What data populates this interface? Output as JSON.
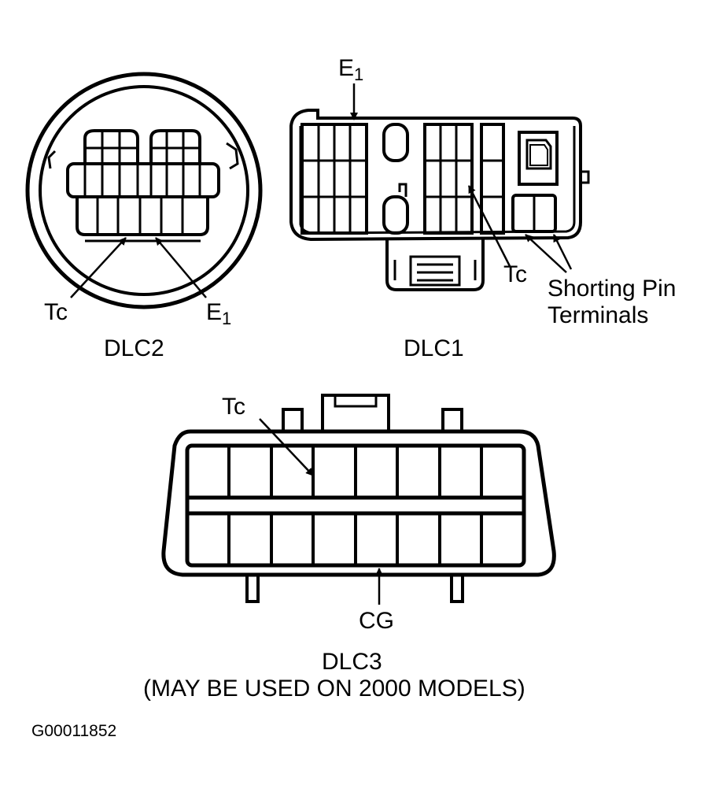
{
  "dlc2": {
    "name": "DLC2",
    "labels": {
      "tc": "Tc",
      "e1_main": "E",
      "e1_sub": "1"
    }
  },
  "dlc1": {
    "name": "DLC1",
    "labels": {
      "e1_main": "E",
      "e1_sub": "1",
      "tc": "Tc",
      "shorting_line1": "Shorting Pin",
      "shorting_line2": "Terminals"
    }
  },
  "dlc3": {
    "name": "DLC3",
    "note": "(MAY BE USED ON 2000 MODELS)",
    "labels": {
      "tc": "Tc",
      "cg": "CG"
    }
  },
  "figure_id": "G00011852"
}
